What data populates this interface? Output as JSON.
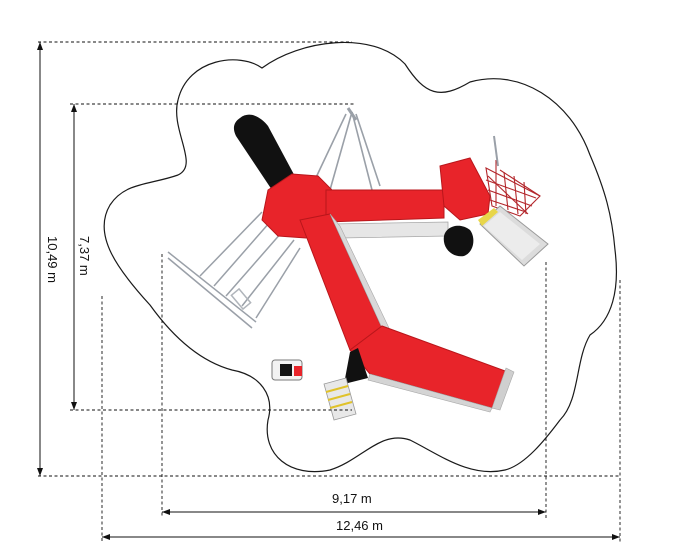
{
  "dimensions": {
    "height_outer": "10,49 m",
    "height_inner": "7,37 m",
    "width_inner": "9,17 m",
    "width_outer": "12,46 m"
  },
  "colors": {
    "structure_red": "#e8242a",
    "structure_red_dark": "#b9161b",
    "slide_grey": "#dcdcdc",
    "net_red": "#b3262b",
    "tunnel_black": "#111111",
    "outline": "#1a1a1a"
  },
  "icons": {
    "slide": "slide-icon",
    "climbing_net": "net-icon",
    "swing_frame": "swing-icon",
    "ladder": "ladder-icon",
    "spring_rocker": "rocker-icon"
  }
}
